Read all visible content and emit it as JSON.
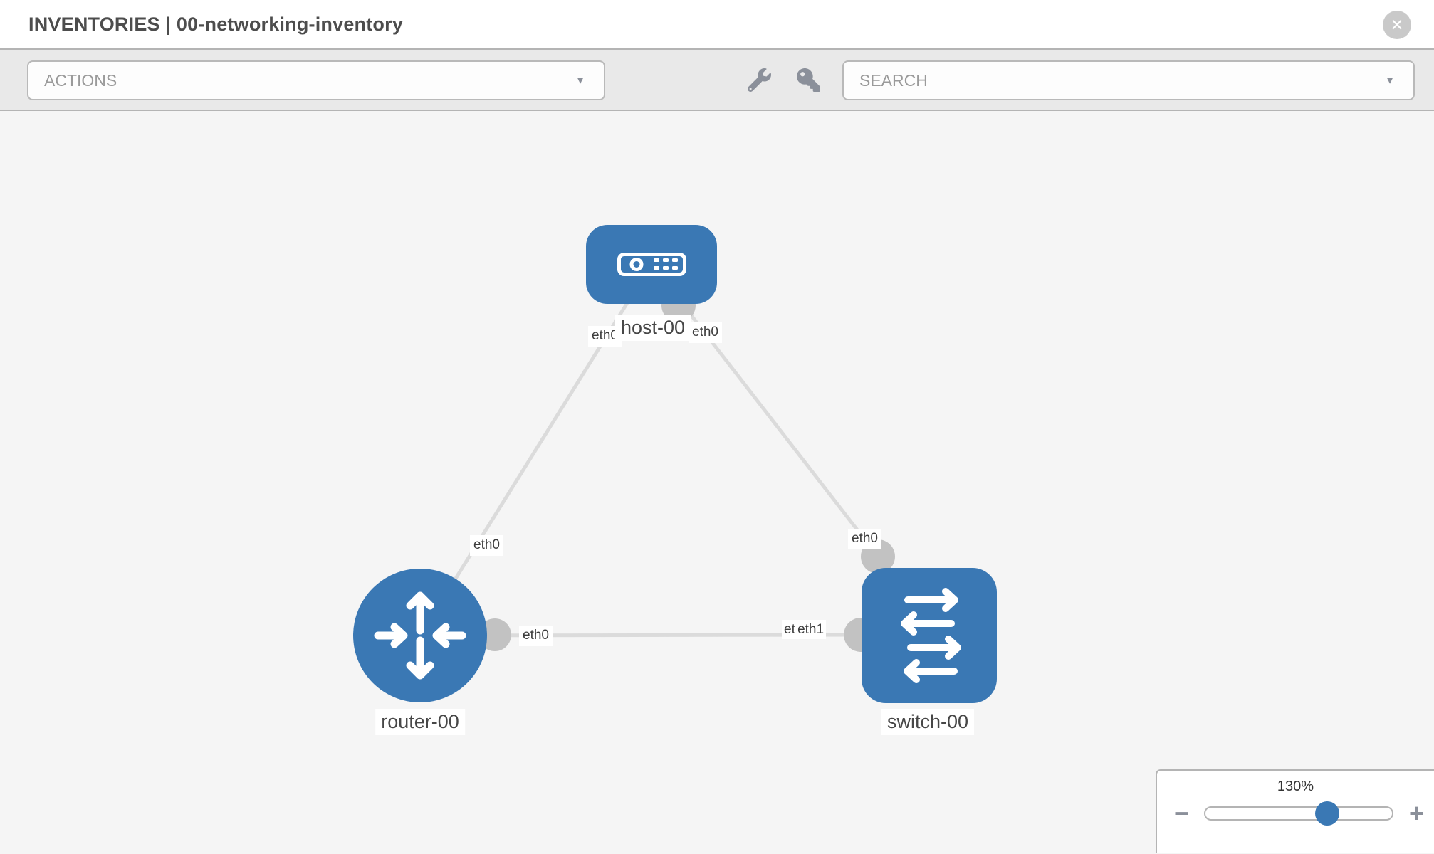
{
  "window": {
    "title": "INVENTORIES | 00-networking-inventory",
    "close_label": "✕"
  },
  "toolbar": {
    "actions_label": "ACTIONS",
    "search_label": "SEARCH",
    "caret": "▼",
    "icons": [
      {
        "name": "wrench"
      },
      {
        "name": "key"
      }
    ]
  },
  "topology": {
    "nodes": [
      {
        "id": "host-00",
        "label": "host-00",
        "type": "host",
        "shape": "rounded-rect"
      },
      {
        "id": "router-00",
        "label": "router-00",
        "type": "router",
        "shape": "circle"
      },
      {
        "id": "switch-00",
        "label": "switch-00",
        "type": "switch",
        "shape": "rounded-square"
      }
    ],
    "links": [
      {
        "source": "host-00",
        "source_interface": "eth0",
        "target": "router-00",
        "target_interface": "eth0"
      },
      {
        "source": "host-00",
        "source_interface": "eth0",
        "target": "switch-00",
        "target_interface": "eth0"
      },
      {
        "source": "router-00",
        "source_interface": "eth0",
        "target": "switch-00",
        "target_interface": "eth1"
      }
    ],
    "interface_labels": [
      {
        "text": "eth0",
        "at": "host-left"
      },
      {
        "text": "eth0",
        "at": "host-right"
      },
      {
        "text": "eth0",
        "at": "router-top"
      },
      {
        "text": "eth0",
        "at": "router-right"
      },
      {
        "text": "eth0",
        "at": "switch-top"
      },
      {
        "text": "etl",
        "at": "switch-left-back"
      },
      {
        "text": "eth1",
        "at": "switch-left-front"
      }
    ]
  },
  "zoom_control": {
    "level": "130%",
    "percent": 130,
    "minus_label": "−",
    "plus_label": "+",
    "slider_fraction": 0.64
  },
  "colors": {
    "accent_blue": "#3a78b4",
    "node_fill": "#3a78b4",
    "edge_gray": "#dbdbdb",
    "connector_gray": "#c2c2c2",
    "canvas_bg": "#f5f5f5",
    "toolbar_bg": "#e9e9e9",
    "border_gray": "#b4b4b4",
    "icon_gray": "#8b909a"
  }
}
